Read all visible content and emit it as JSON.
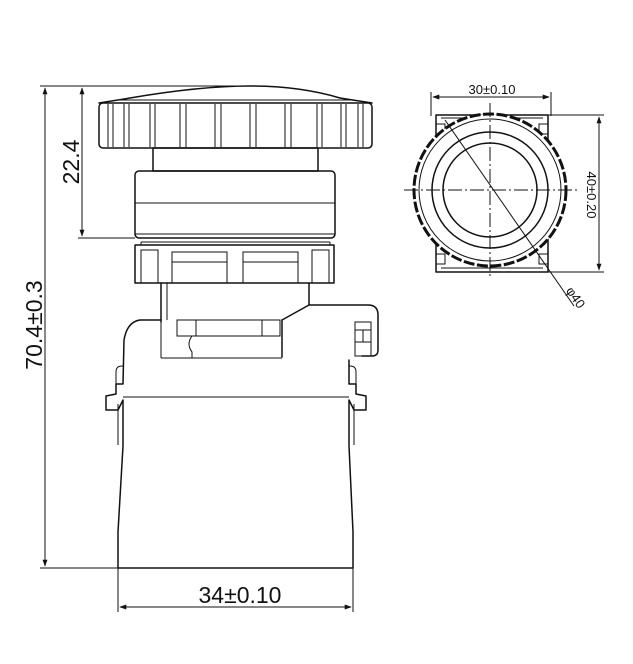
{
  "dimensions": {
    "overall_height": "70.4±0.3",
    "cap_height": "22.4",
    "body_width": "34±0.10",
    "front_width": "30±0.10",
    "front_height": "40±0.20",
    "cap_diameter": "φ40"
  }
}
